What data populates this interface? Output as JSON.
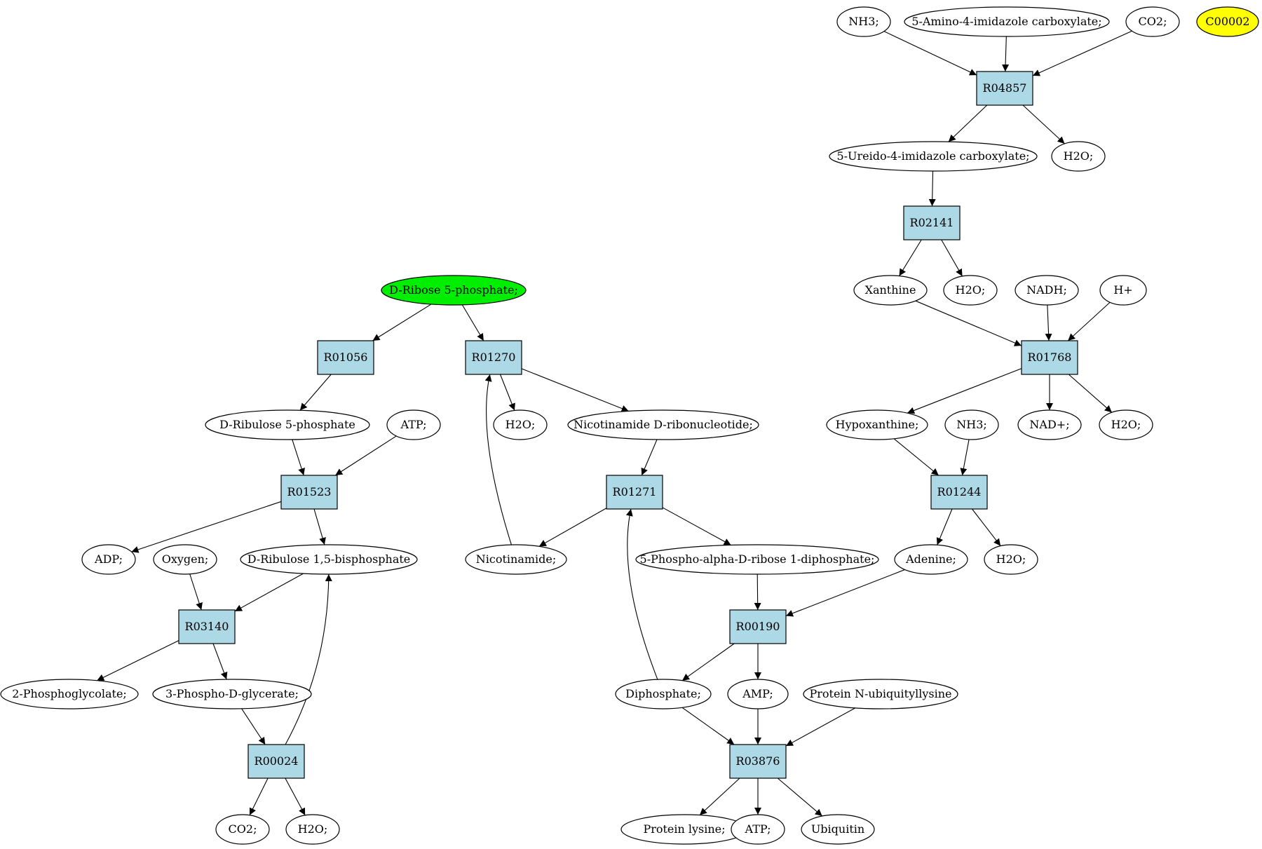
{
  "colors": {
    "reaction_fill": "#add8e6",
    "compound_fill": "#ffffff",
    "start_fill": "#00ee00",
    "query_fill": "#ffff00"
  },
  "compounds": [
    {
      "id": "nh3_1",
      "label": "NH3;"
    },
    {
      "id": "aicar",
      "label": "5-Amino-4-imidazole carboxylate;"
    },
    {
      "id": "co2_1",
      "label": "CO2;"
    },
    {
      "id": "c00002",
      "label": "C00002",
      "highlight": "query"
    },
    {
      "id": "ureido",
      "label": "5-Ureido-4-imidazole carboxylate;"
    },
    {
      "id": "h2o_1",
      "label": "H2O;"
    },
    {
      "id": "xanthine",
      "label": "Xanthine"
    },
    {
      "id": "h2o_2",
      "label": "H2O;"
    },
    {
      "id": "nadh",
      "label": "NADH;"
    },
    {
      "id": "hplus",
      "label": "H+"
    },
    {
      "id": "r5p",
      "label": "D-Ribose 5-phosphate;",
      "highlight": "start"
    },
    {
      "id": "ru5p",
      "label": "D-Ribulose 5-phosphate"
    },
    {
      "id": "atp_1",
      "label": "ATP;"
    },
    {
      "id": "h2o_3",
      "label": "H2O;"
    },
    {
      "id": "nmn",
      "label": "Nicotinamide D-ribonucleotide;"
    },
    {
      "id": "hypox",
      "label": "Hypoxanthine;"
    },
    {
      "id": "nh3_2",
      "label": "NH3;"
    },
    {
      "id": "nadp",
      "label": "NAD+;"
    },
    {
      "id": "h2o_4",
      "label": "H2O;"
    },
    {
      "id": "adp",
      "label": "ADP;"
    },
    {
      "id": "oxygen",
      "label": "Oxygen;"
    },
    {
      "id": "rubp",
      "label": "D-Ribulose 1,5-bisphosphate"
    },
    {
      "id": "nicotinamide",
      "label": "Nicotinamide;"
    },
    {
      "id": "prpp",
      "label": "5-Phospho-alpha-D-ribose 1-diphosphate;"
    },
    {
      "id": "adenine",
      "label": "Adenine;"
    },
    {
      "id": "h2o_5",
      "label": "H2O;"
    },
    {
      "id": "pglycolate",
      "label": "2-Phosphoglycolate;"
    },
    {
      "id": "pga",
      "label": "3-Phospho-D-glycerate;"
    },
    {
      "id": "diphosphate",
      "label": "Diphosphate;"
    },
    {
      "id": "amp",
      "label": "AMP;"
    },
    {
      "id": "ubilys",
      "label": "Protein N-ubiquityllysine"
    },
    {
      "id": "co2_2",
      "label": "CO2;"
    },
    {
      "id": "h2o_6",
      "label": "H2O;"
    },
    {
      "id": "protlys",
      "label": "Protein lysine;"
    },
    {
      "id": "atp_2",
      "label": "ATP;"
    },
    {
      "id": "ubiquitin",
      "label": "Ubiquitin"
    }
  ],
  "reactions": [
    {
      "id": "R04857",
      "label": "R04857"
    },
    {
      "id": "R02141",
      "label": "R02141"
    },
    {
      "id": "R01768",
      "label": "R01768"
    },
    {
      "id": "R01056",
      "label": "R01056"
    },
    {
      "id": "R01270",
      "label": "R01270"
    },
    {
      "id": "R01523",
      "label": "R01523"
    },
    {
      "id": "R01271",
      "label": "R01271"
    },
    {
      "id": "R01244",
      "label": "R01244"
    },
    {
      "id": "R03140",
      "label": "R03140"
    },
    {
      "id": "R00190",
      "label": "R00190"
    },
    {
      "id": "R00024",
      "label": "R00024"
    },
    {
      "id": "R03876",
      "label": "R03876"
    }
  ],
  "edges": [
    [
      "nh3_1",
      "R04857"
    ],
    [
      "aicar",
      "R04857"
    ],
    [
      "co2_1",
      "R04857"
    ],
    [
      "R04857",
      "ureido"
    ],
    [
      "R04857",
      "h2o_1"
    ],
    [
      "ureido",
      "R02141"
    ],
    [
      "R02141",
      "xanthine"
    ],
    [
      "R02141",
      "h2o_2"
    ],
    [
      "xanthine",
      "R01768"
    ],
    [
      "nadh",
      "R01768"
    ],
    [
      "hplus",
      "R01768"
    ],
    [
      "R01768",
      "hypox"
    ],
    [
      "R01768",
      "nadp"
    ],
    [
      "R01768",
      "h2o_4"
    ],
    [
      "hypox",
      "R01244"
    ],
    [
      "nh3_2",
      "R01244"
    ],
    [
      "R01244",
      "adenine"
    ],
    [
      "R01244",
      "h2o_5"
    ],
    [
      "adenine",
      "R00190"
    ],
    [
      "r5p",
      "R01056"
    ],
    [
      "r5p",
      "R01270"
    ],
    [
      "R01056",
      "ru5p"
    ],
    [
      "ru5p",
      "R01523"
    ],
    [
      "atp_1",
      "R01523"
    ],
    [
      "R01523",
      "adp"
    ],
    [
      "R01523",
      "rubp"
    ],
    [
      "oxygen",
      "R03140"
    ],
    [
      "rubp",
      "R03140"
    ],
    [
      "R03140",
      "pglycolate"
    ],
    [
      "R03140",
      "pga"
    ],
    [
      "pga",
      "R00024"
    ],
    [
      "R00024",
      "co2_2"
    ],
    [
      "R00024",
      "h2o_6"
    ],
    [
      "R00024",
      "rubp"
    ],
    [
      "R01270",
      "h2o_3"
    ],
    [
      "R01270",
      "nmn"
    ],
    [
      "nicotinamide",
      "R01270"
    ],
    [
      "nmn",
      "R01271"
    ],
    [
      "R01271",
      "nicotinamide"
    ],
    [
      "R01271",
      "prpp"
    ],
    [
      "diphosphate",
      "R01271"
    ],
    [
      "prpp",
      "R00190"
    ],
    [
      "R00190",
      "diphosphate"
    ],
    [
      "R00190",
      "amp"
    ],
    [
      "diphosphate",
      "R03876"
    ],
    [
      "amp",
      "R03876"
    ],
    [
      "ubilys",
      "R03876"
    ],
    [
      "R03876",
      "protlys"
    ],
    [
      "R03876",
      "atp_2"
    ],
    [
      "R03876",
      "ubiquitin"
    ]
  ]
}
